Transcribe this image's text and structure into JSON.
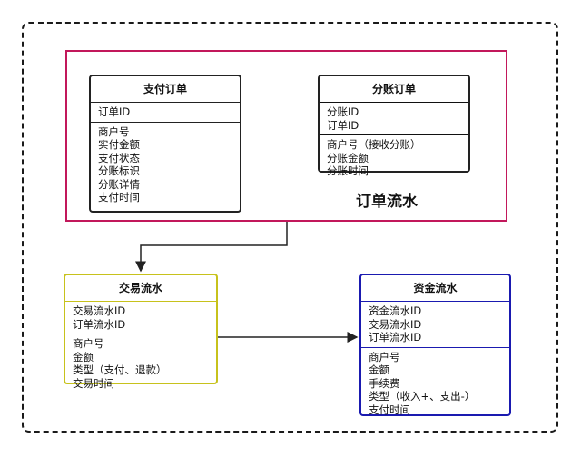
{
  "group": {
    "label": "订单流水"
  },
  "entities": {
    "pay_order": {
      "title": "支付订单",
      "keys": [
        "订单ID"
      ],
      "fields": [
        "商户号",
        "实付金额",
        "支付状态",
        "分账标识",
        "分账详情",
        "支付时间"
      ]
    },
    "split_order": {
      "title": "分账订单",
      "keys": [
        "分账ID",
        "订单ID"
      ],
      "fields": [
        "商户号（接收分账）",
        "分账金额",
        "分账时间"
      ]
    },
    "trade_flow": {
      "title": "交易流水",
      "keys": [
        "交易流水ID",
        "订单流水ID"
      ],
      "fields": [
        "商户号",
        "金额",
        "类型（支付、退款）",
        "交易时间"
      ]
    },
    "fund_flow": {
      "title": "资金流水",
      "keys": [
        "资金流水ID",
        "交易流水ID",
        "订单流水ID"
      ],
      "fields": [
        "商户号",
        "金额",
        "手续费",
        "类型（收入+、支出-）",
        "支付时间"
      ]
    }
  },
  "colors": {
    "group_border": "#c2185b",
    "trade_flow_border": "#c7c21c",
    "fund_flow_border": "#1a1ab0",
    "outer_border": "#1a1a1a"
  }
}
